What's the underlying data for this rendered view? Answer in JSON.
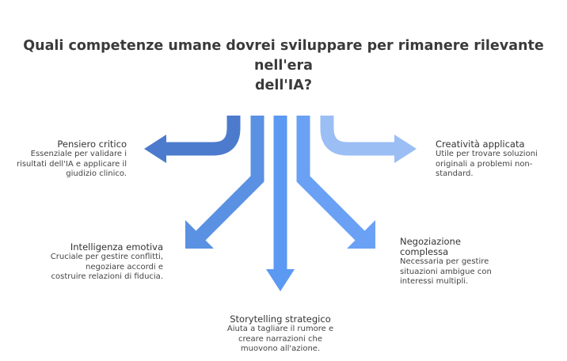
{
  "title": {
    "line1": "Quali competenze umane dovrei sviluppare per rimanere rilevante nell'era",
    "line2": "dell'IA?"
  },
  "colors": {
    "dark_blue": "#4c7bcd",
    "mid_blue": "#5a91e3",
    "bright_blue": "#5b99f2",
    "light_blue": "#9bbef5"
  },
  "items": {
    "pensiero": {
      "title": "Pensiero critico",
      "desc": [
        "Essenziale per validare i",
        "risultati dell'IA e applicare il",
        "giudizio clinico."
      ]
    },
    "intelligenza": {
      "title": "Intelligenza emotiva",
      "desc": [
        "Cruciale per gestire conflitti,",
        "negoziare accordi e",
        "costruire relazioni di fiducia."
      ]
    },
    "storytelling": {
      "title": "Storytelling strategico",
      "desc": [
        "Aiuta a tagliare il rumore e",
        "creare narrazioni che",
        "muovono all'azione."
      ]
    },
    "negoziazione": {
      "title": [
        "Negoziazione",
        "complessa"
      ],
      "desc": [
        "Necessaria per gestire",
        "situazioni ambigue con",
        "interessi multipli."
      ]
    },
    "creativita": {
      "title": "Creatività applicata",
      "desc": [
        "Utile per trovare soluzioni",
        "originali a problemi non-",
        "standard."
      ]
    }
  }
}
